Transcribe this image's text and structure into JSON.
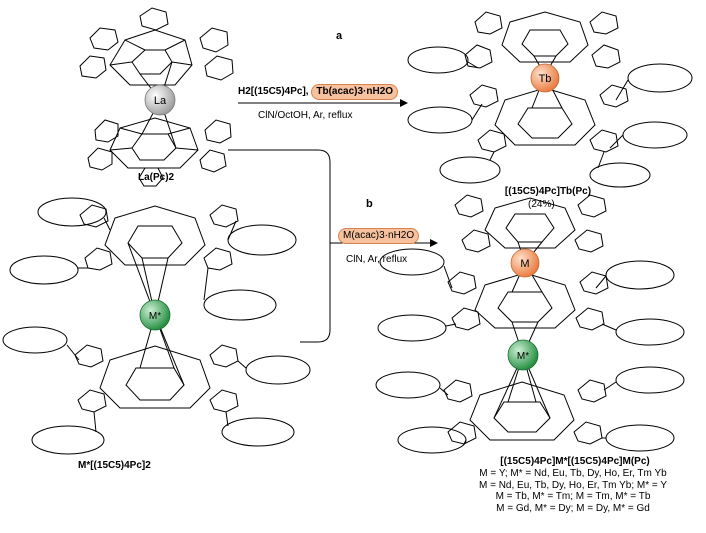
{
  "step_a": {
    "letter": "a",
    "reagent_prefix": "H2[(15C5)4Pc], ",
    "reagent_metal": "Tb(acac)3·nH2O",
    "conditions": "ClN/OctOH, Ar, reflux"
  },
  "step_b": {
    "letter": "b",
    "reagent": "M(acac)3·nH2O",
    "conditions": "ClN, Ar, reflux"
  },
  "compounds": {
    "la_pc2": "La(Pc)2",
    "m_star_pc2": "M*[(15C5)4Pc]2",
    "tb_product": "[(15C5)4Pc]Tb(Pc)",
    "tb_yield": "(24%)",
    "triple_decker": "[(15C5)4Pc]M*[(15C5)4Pc]M(Pc)"
  },
  "metal_labels": {
    "la": "La",
    "tb": "Tb",
    "m_star": "M*",
    "m": "M"
  },
  "metal_combinations": [
    "M = Y; M* = Nd, Eu, Tb, Dy, Ho, Er, Tm Yb",
    "M = Nd, Eu, Tb, Dy, Ho, Er, Tm Yb; M* = Y",
    "M = Tb, M* = Tm; M = Tm, M* = Tb",
    "M = Gd, M* = Dy; M = Dy, M* = Gd"
  ],
  "colors": {
    "la_sphere": "#b8b8b8",
    "tb_sphere": "#f39a5e",
    "m_star_sphere": "#3aa55a",
    "m_sphere": "#f39a5e",
    "lines": "#000000"
  }
}
